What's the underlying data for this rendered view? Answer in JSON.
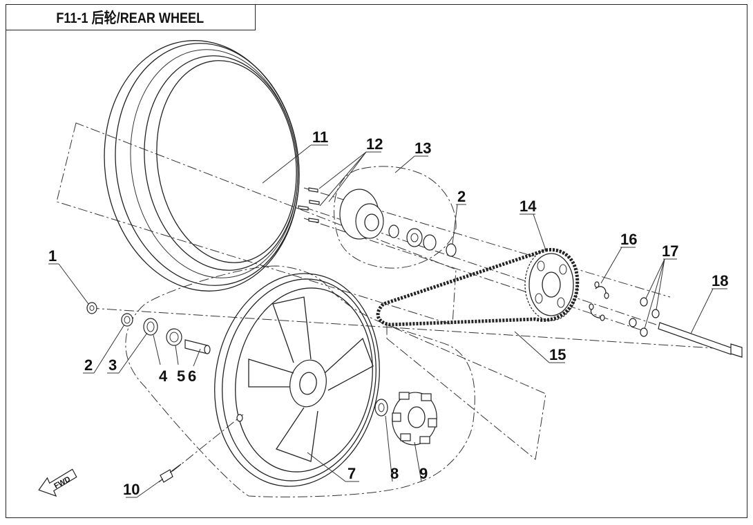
{
  "title": "F11-1  后轮/REAR WHEEL",
  "fwd_label": "FWD",
  "callouts": {
    "c1": "1",
    "c2a": "2",
    "c2b": "2",
    "c3": "3",
    "c4": "4",
    "c5": "5",
    "c6": "6",
    "c7": "7",
    "c8": "8",
    "c9": "9",
    "c10": "10",
    "c11": "11",
    "c12": "12",
    "c13": "13",
    "c14": "14",
    "c15": "15",
    "c16": "16",
    "c17": "17",
    "c18": "18"
  }
}
